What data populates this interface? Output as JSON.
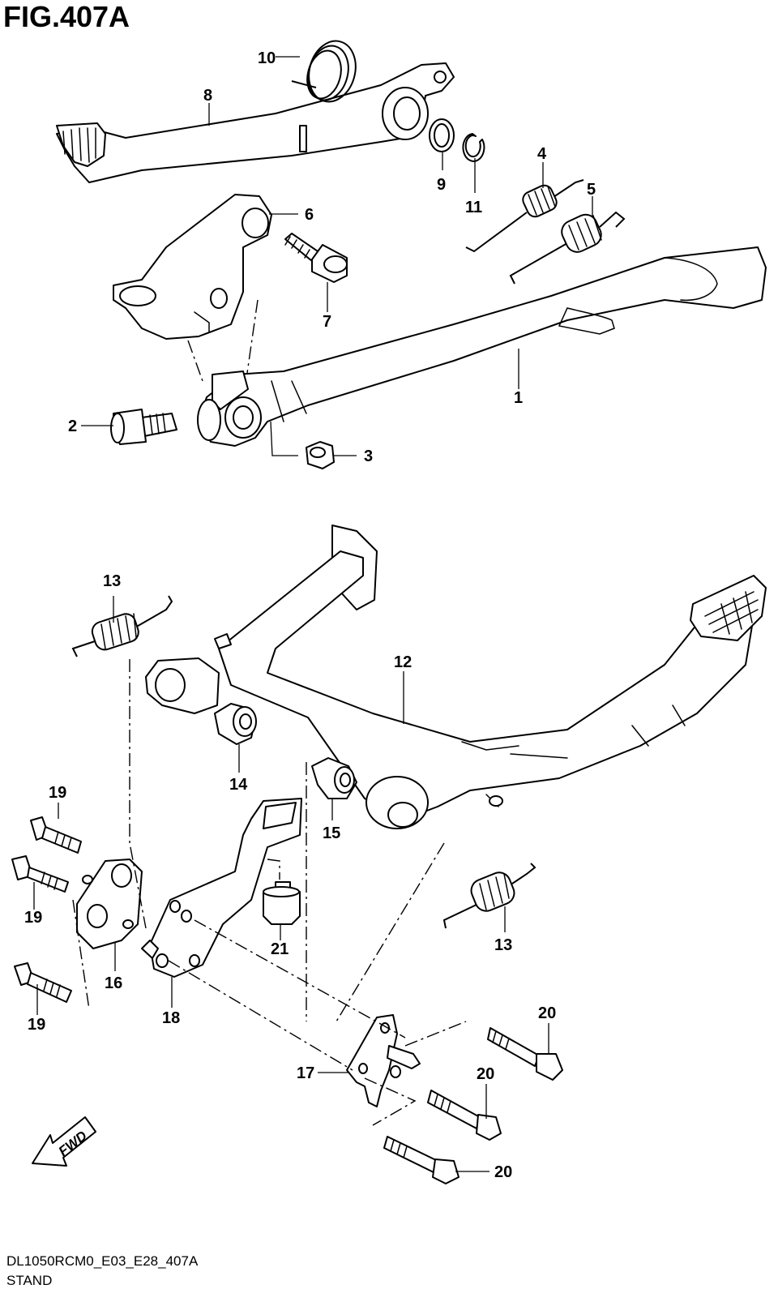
{
  "figure": {
    "title": "FIG.407A",
    "code": "DL1050RCM0_E03_E28_407A",
    "subtitle": "STAND"
  },
  "fwd_label": "FWD",
  "callouts": [
    {
      "id": "c1",
      "label": "1"
    },
    {
      "id": "c2",
      "label": "2"
    },
    {
      "id": "c3",
      "label": "3"
    },
    {
      "id": "c4",
      "label": "4"
    },
    {
      "id": "c5",
      "label": "5"
    },
    {
      "id": "c6",
      "label": "6"
    },
    {
      "id": "c7",
      "label": "7"
    },
    {
      "id": "c8",
      "label": "8"
    },
    {
      "id": "c9",
      "label": "9"
    },
    {
      "id": "c10",
      "label": "10"
    },
    {
      "id": "c11",
      "label": "11"
    },
    {
      "id": "c12",
      "label": "12"
    },
    {
      "id": "c13a",
      "label": "13"
    },
    {
      "id": "c13b",
      "label": "13"
    },
    {
      "id": "c14",
      "label": "14"
    },
    {
      "id": "c15",
      "label": "15"
    },
    {
      "id": "c16",
      "label": "16"
    },
    {
      "id": "c17",
      "label": "17"
    },
    {
      "id": "c18",
      "label": "18"
    },
    {
      "id": "c19a",
      "label": "19"
    },
    {
      "id": "c19b",
      "label": "19"
    },
    {
      "id": "c19c",
      "label": "19"
    },
    {
      "id": "c20a",
      "label": "20"
    },
    {
      "id": "c20b",
      "label": "20"
    },
    {
      "id": "c20c",
      "label": "20"
    },
    {
      "id": "c21",
      "label": "21"
    }
  ]
}
